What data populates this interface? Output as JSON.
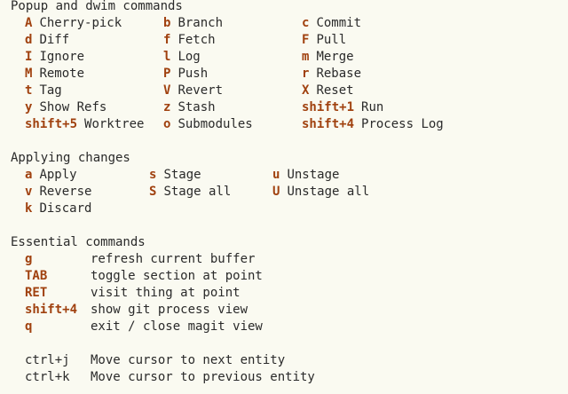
{
  "popup": {
    "title": "Popup and dwim commands",
    "rows": [
      [
        {
          "key": "A",
          "label": "Cherry-pick"
        },
        {
          "key": "b",
          "label": "Branch"
        },
        {
          "key": "c",
          "label": "Commit"
        }
      ],
      [
        {
          "key": "d",
          "label": "Diff"
        },
        {
          "key": "f",
          "label": "Fetch"
        },
        {
          "key": "F",
          "label": "Pull"
        }
      ],
      [
        {
          "key": "I",
          "label": "Ignore"
        },
        {
          "key": "l",
          "label": "Log"
        },
        {
          "key": "m",
          "label": "Merge"
        }
      ],
      [
        {
          "key": "M",
          "label": "Remote"
        },
        {
          "key": "P",
          "label": "Push"
        },
        {
          "key": "r",
          "label": "Rebase"
        }
      ],
      [
        {
          "key": "t",
          "label": "Tag"
        },
        {
          "key": "V",
          "label": "Revert"
        },
        {
          "key": "X",
          "label": "Reset"
        }
      ],
      [
        {
          "key": "y",
          "label": "Show Refs"
        },
        {
          "key": "z",
          "label": "Stash"
        },
        {
          "key": "shift+1",
          "label": "Run"
        }
      ],
      [
        {
          "key": "shift+5",
          "label": "Worktree"
        },
        {
          "key": "o",
          "label": "Submodules"
        },
        {
          "key": "shift+4",
          "label": "Process Log"
        }
      ]
    ]
  },
  "applying": {
    "title": "Applying changes",
    "rows": [
      [
        {
          "key": "a",
          "label": "Apply"
        },
        {
          "key": "s",
          "label": "Stage"
        },
        {
          "key": "u",
          "label": "Unstage"
        }
      ],
      [
        {
          "key": "v",
          "label": "Reverse"
        },
        {
          "key": "S",
          "label": "Stage all"
        },
        {
          "key": "U",
          "label": "Unstage all"
        }
      ],
      [
        {
          "key": "k",
          "label": "Discard"
        }
      ]
    ]
  },
  "essential": {
    "title": "Essential commands",
    "rows": [
      {
        "key": "g",
        "label": "refresh current buffer"
      },
      {
        "key": "TAB",
        "label": "toggle section at point"
      },
      {
        "key": "RET",
        "label": "visit thing at point"
      },
      {
        "key": "shift+4",
        "label": "show git process view"
      },
      {
        "key": "q",
        "label": "exit / close magit view"
      }
    ],
    "nav": [
      {
        "key": "ctrl+j",
        "label": "Move cursor to next entity"
      },
      {
        "key": "ctrl+k",
        "label": "Move cursor to previous entity"
      }
    ]
  },
  "colors": {
    "background": "#fafaf1",
    "text": "#2a2a2a",
    "key": "#a0410f"
  }
}
